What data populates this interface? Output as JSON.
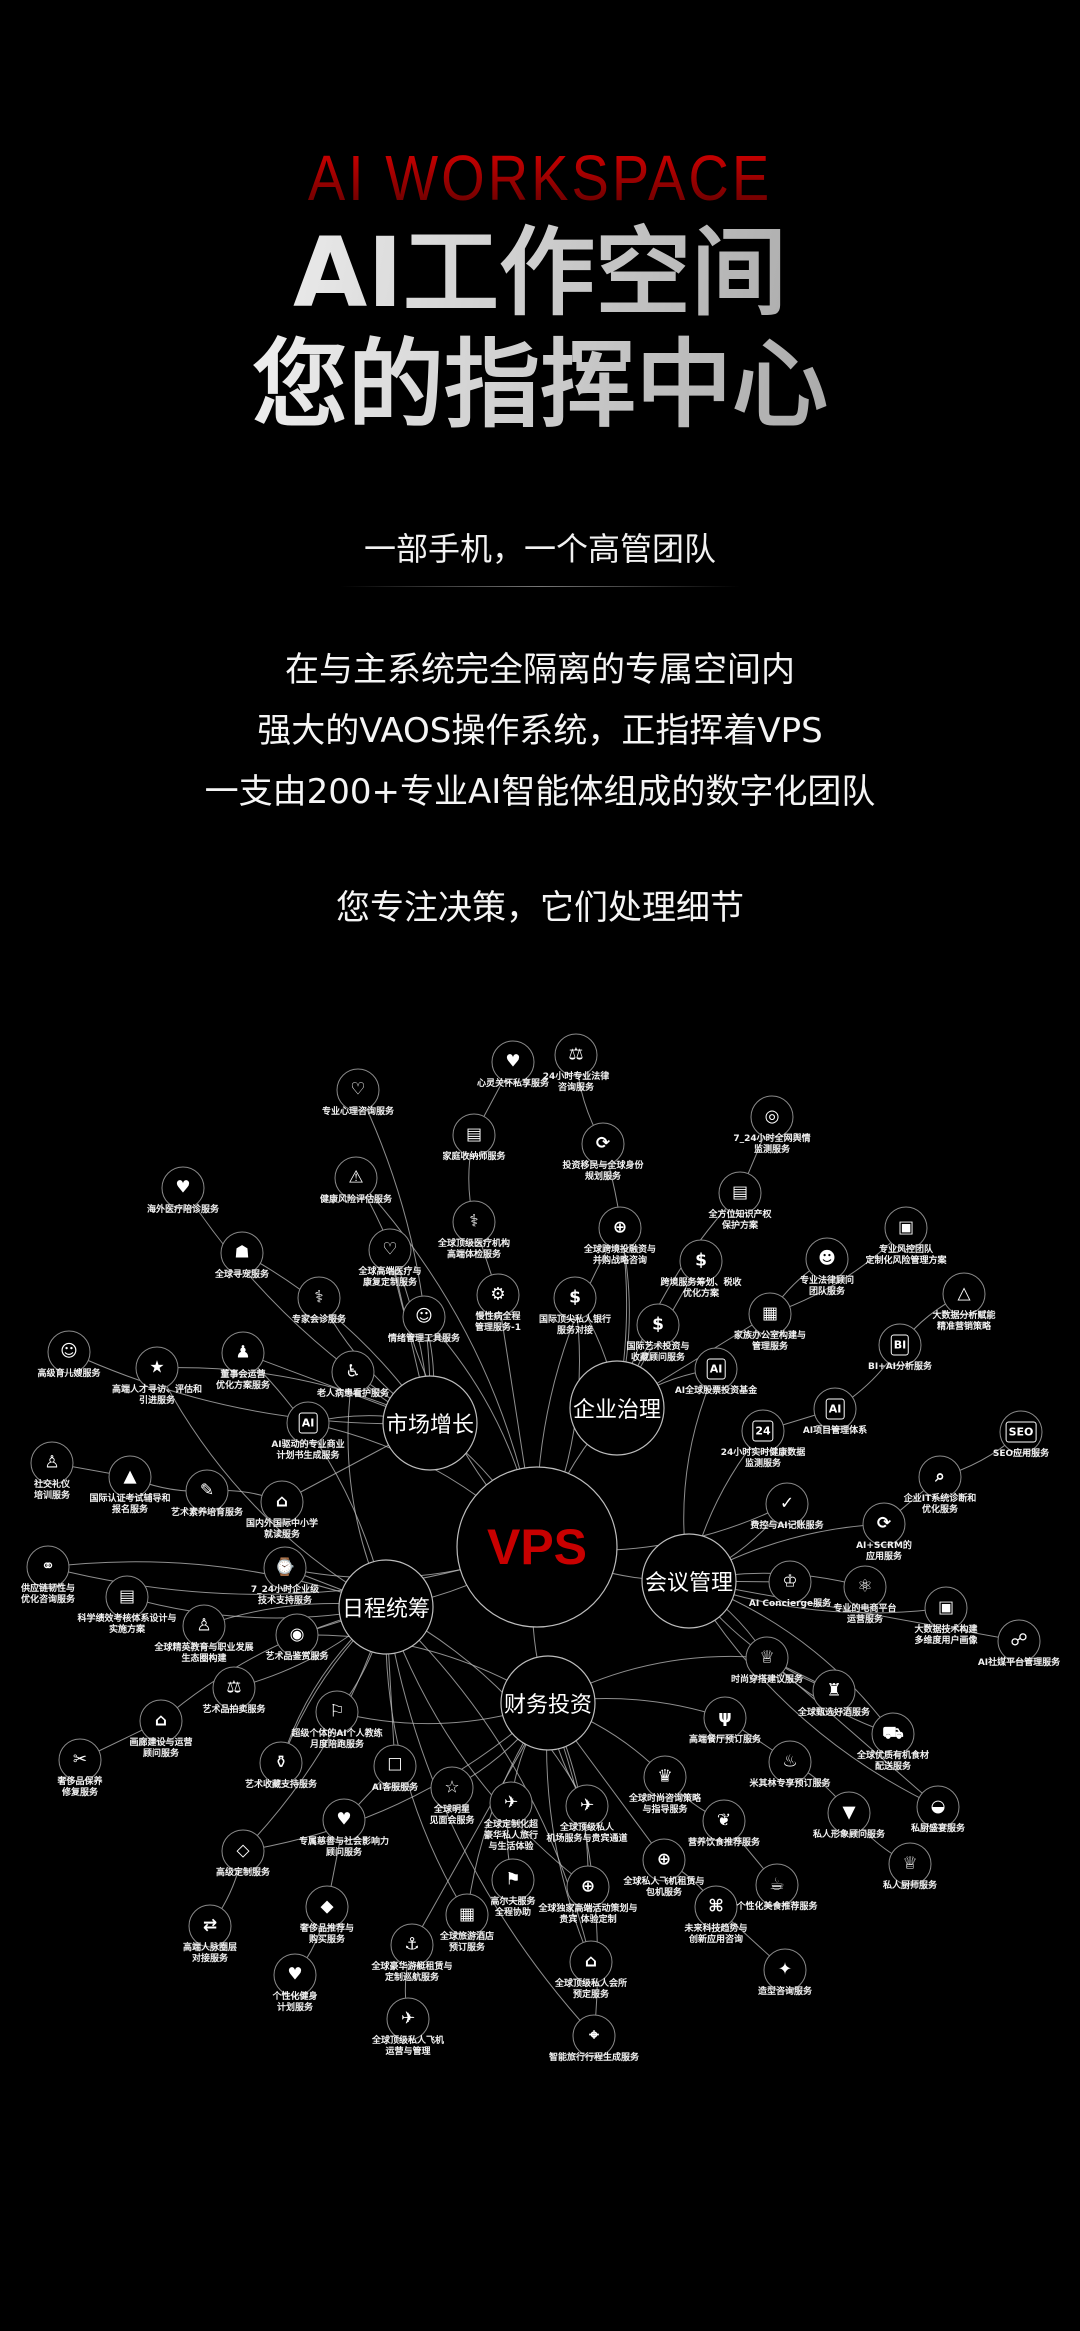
{
  "header": {
    "en_title": "AI WORKSPACE",
    "title_line1": "AI工作空间",
    "title_line2": "您的指挥中心",
    "subtitle": "一部手机，一个高管团队",
    "paragraph": [
      "在与主系统完全隔离的专属空间内",
      "强大的VAOS操作系统，正指挥着VPS",
      "一支由200+专业AI智能体组成的数字化团队"
    ],
    "focus_line": "您专注决策，它们处理细节"
  },
  "diagram": {
    "center": {
      "label": "VPS",
      "color": "#c80000"
    },
    "hubs": [
      {
        "id": "M",
        "label": "市场增长"
      },
      {
        "id": "E",
        "label": "企业治理"
      },
      {
        "id": "H",
        "label": "会议管理"
      },
      {
        "id": "R",
        "label": "日程统筹"
      },
      {
        "id": "F",
        "label": "财务投资"
      }
    ],
    "nodes": [
      {
        "label": "专业心理咨询服务",
        "icon": "chat-heart"
      },
      {
        "label": "心灵关怀私享服务",
        "icon": "hands-heart"
      },
      {
        "label": "家庭收纳师服务",
        "icon": "box"
      },
      {
        "label": "健康风险评估服务",
        "icon": "heart-warning"
      },
      {
        "label": "全球顶级医疗机构\n高端体检服务",
        "icon": "medical-kit"
      },
      {
        "label": "海外医疗陪诊服务",
        "icon": "hand-heart"
      },
      {
        "label": "全球寻宠服务",
        "icon": "pet"
      },
      {
        "label": "全球高端医疗与\n康复定制服务",
        "icon": "heart-pulse"
      },
      {
        "label": "专家会诊服务",
        "icon": "doctor"
      },
      {
        "label": "情绪管理工具服务",
        "icon": "emotion"
      },
      {
        "label": "慢性病全程\n管理服务-1",
        "icon": "gear"
      },
      {
        "label": "高级育儿嫂服务",
        "icon": "baby"
      },
      {
        "label": "高端人才寻访、评估和\n引进服务",
        "icon": "talent"
      },
      {
        "label": "董事会运营\n优化方案服务",
        "icon": "board"
      },
      {
        "label": "老人病患看护服务",
        "icon": "elder"
      },
      {
        "label": "AI驱动的专业商业\n计划书生成服务",
        "icon": "ai-document"
      },
      {
        "label": "社交礼仪\n培训服务",
        "icon": "etiquette"
      },
      {
        "label": "国际认证考试辅导和\n报名服务",
        "icon": "graduation"
      },
      {
        "label": "艺术素养培育服务",
        "icon": "palette"
      },
      {
        "label": "国内外国际中小学\n就读服务",
        "icon": "school"
      },
      {
        "label": "24小时专业法律\n咨询服务",
        "icon": "gavel"
      },
      {
        "label": "投资移民与全球身份\n规划服务",
        "icon": "migration"
      },
      {
        "label": "7_24小时全网舆情\n监测服务",
        "icon": "target"
      },
      {
        "label": "全方位知识产权\n保护方案",
        "icon": "document"
      },
      {
        "label": "全球跨境投融资与\n并购战略咨询",
        "icon": "globe-people"
      },
      {
        "label": "跨境服务筹划、税收\n优化方案",
        "icon": "globe-dollar"
      },
      {
        "label": "专业法律顾问\n团队服务",
        "icon": "team"
      },
      {
        "label": "专业风控团队\n定制化风险管理方案",
        "icon": "shield-document"
      },
      {
        "label": "家族办公室构建与\n管理服务",
        "icon": "office"
      },
      {
        "label": "大数据分析赋能\n精准营销策略",
        "icon": "network"
      },
      {
        "label": "BI+AI分析服务",
        "icon": "bi-chart"
      },
      {
        "label": "AI项目管理体系",
        "icon": "ai-head"
      },
      {
        "label": "24小时实时健康数据\n监测服务",
        "icon": "health-24"
      },
      {
        "label": "国际顶尖私人银行\n服务对接",
        "icon": "bank"
      },
      {
        "label": "国际艺术投资与\n收藏顾问服务",
        "icon": "investor"
      },
      {
        "label": "AI全球股票投资基金",
        "icon": "ai-ticket"
      },
      {
        "label": "SEO应用服务",
        "icon": "seo"
      },
      {
        "label": "企业IT系统诊断和\n优化服务",
        "icon": "monitor-search"
      },
      {
        "label": "AI+SCRM的\n应用服务",
        "icon": "scrm"
      },
      {
        "label": "费控与AI记账服务",
        "icon": "invoice"
      },
      {
        "label": "AI Concierge服务",
        "icon": "concierge"
      },
      {
        "label": "专业的电商平台\n运营服务",
        "icon": "ecommerce"
      },
      {
        "label": "大数据技术构建\n多维度用户画像",
        "icon": "profile"
      },
      {
        "label": "AI社媒平台管理服务",
        "icon": "social"
      },
      {
        "label": "时尚穿搭建议服务",
        "icon": "dress"
      },
      {
        "label": "供应链韧性与\n优化咨询服务",
        "icon": "supply-chain"
      },
      {
        "label": "7_24小时企业级\n技术支持服务",
        "icon": "clock-24"
      },
      {
        "label": "科学绩效考核体系设计与\n实施方案",
        "icon": "performance"
      },
      {
        "label": "全球精英教育与职业发展\n生态圈构建",
        "icon": "education"
      },
      {
        "label": "艺术品鉴赏服务",
        "icon": "eye"
      },
      {
        "label": "艺术品拍卖服务",
        "icon": "gavel"
      },
      {
        "label": "画廊建设与运营\n顾问服务",
        "icon": "gallery"
      },
      {
        "label": "奢侈品保养\n修复服务",
        "icon": "tool"
      },
      {
        "label": "超级个体的AI个人教练\n月度陪跑服务",
        "icon": "runner"
      },
      {
        "label": "艺术收藏支持服务",
        "icon": "vase"
      },
      {
        "label": "AI客服服务",
        "icon": "robot"
      },
      {
        "label": "全球明星\n见面会服务",
        "icon": "star"
      },
      {
        "label": "全球定制化超\n豪华私人旅行\n与生活体验",
        "icon": "plane-globe"
      },
      {
        "label": "专属慈善与社会影响力\n顾问服务",
        "icon": "charity"
      },
      {
        "label": "高级定制服务",
        "icon": "ring"
      },
      {
        "label": "高尔夫服务\n全程协助",
        "icon": "golf"
      },
      {
        "label": "奢侈品推荐与\n购买服务",
        "icon": "diamond"
      },
      {
        "label": "高端人脉圈层\n对接服务",
        "icon": "people-exchange"
      },
      {
        "label": "全球旅游酒店\n预订服务",
        "icon": "hotel"
      },
      {
        "label": "全球豪华游艇租赁与\n定制巡航服务",
        "icon": "yacht"
      },
      {
        "label": "个性化健身\n计划服务",
        "icon": "fitness"
      },
      {
        "label": "全球顶级私人飞机\n运营与管理",
        "icon": "plane"
      },
      {
        "label": "全球甄选好酒服务",
        "icon": "wine"
      },
      {
        "label": "高端餐厅预订服务",
        "icon": "restaurant"
      },
      {
        "label": "全球优质有机食材\n配送服务",
        "icon": "truck"
      },
      {
        "label": "米其林专享预订服务",
        "icon": "laurel"
      },
      {
        "label": "全球时尚咨询策略\n与指导服务",
        "icon": "tuxedo"
      },
      {
        "label": "全球顶级私人\n机场服务与贵宾通道",
        "icon": "airport"
      },
      {
        "label": "私厨盛宴服务",
        "icon": "cloche"
      },
      {
        "label": "私人形象顾问服务",
        "icon": "tie"
      },
      {
        "label": "营养饮食推荐服务",
        "icon": "leaf"
      },
      {
        "label": "全球私人飞机租赁与\n包机服务",
        "icon": "globe-plane"
      },
      {
        "label": "全球独家高端活动策划与\n贵宾 体验定制",
        "icon": "globe-crowd"
      },
      {
        "label": "私人厨师服务",
        "icon": "chef"
      },
      {
        "label": "个性化美食推荐服务",
        "icon": "cup"
      },
      {
        "label": "未来科技趋势与\n创新应用咨询",
        "icon": "chip"
      },
      {
        "label": "全球顶级私人会所\n预定服务",
        "icon": "club"
      },
      {
        "label": "造型咨询服务",
        "icon": "lipstick"
      },
      {
        "label": "智能旅行行程生成服务",
        "icon": "map-pin"
      }
    ]
  }
}
